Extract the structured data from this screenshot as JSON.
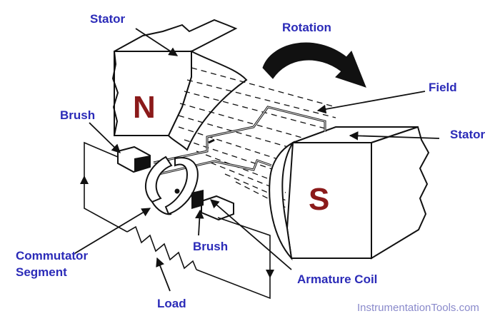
{
  "labels": {
    "stator_top": "Stator",
    "rotation": "Rotation",
    "field": "Field",
    "stator_right": "Stator",
    "brush_left": "Brush",
    "brush_bottom": "Brush",
    "commutator_line1": "Commutator",
    "commutator_line2": "Segment",
    "armature_coil": "Armature Coil",
    "load": "Load"
  },
  "poles": {
    "north": "N",
    "south": "S"
  },
  "watermark": "InstrumentationTools.com",
  "colors": {
    "label_text": "#2b2bb8",
    "pole_text": "#8b1a1a",
    "line_art": "#111111",
    "watermark": "#8a8acb"
  }
}
